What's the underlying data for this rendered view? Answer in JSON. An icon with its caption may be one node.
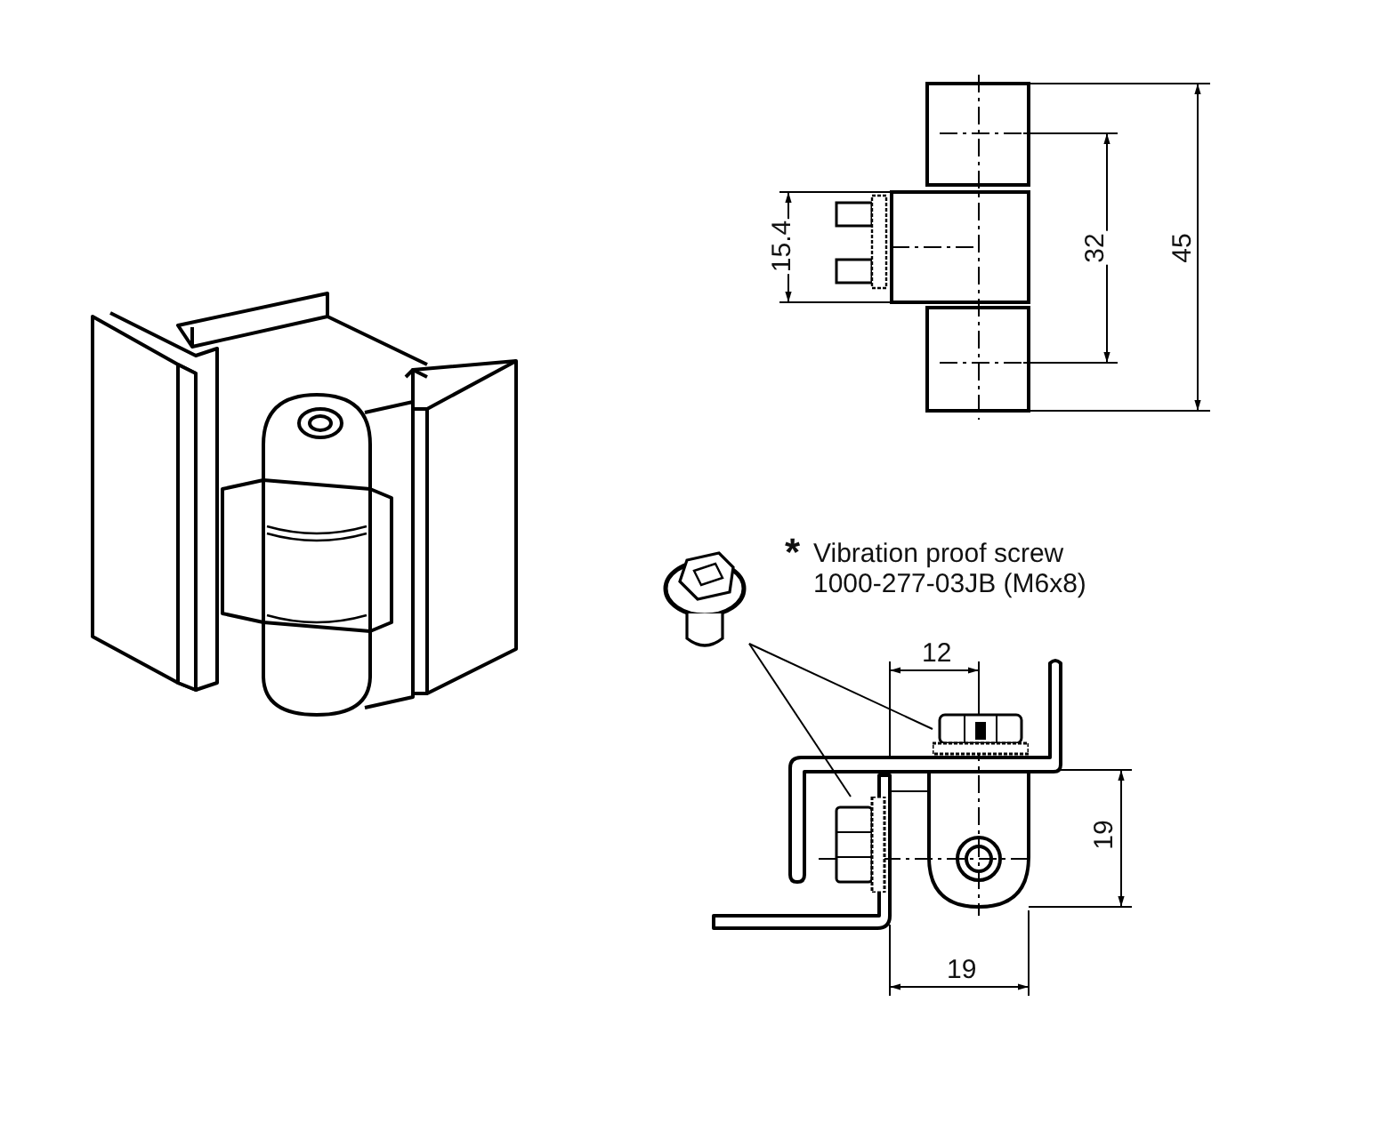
{
  "diagram": {
    "nodes": [
      {
        "text": [],
        "shape": "picture"
      },
      {
        "text": [],
        "shape": "picture"
      },
      {
        "text": [],
        "shape": "picture"
      }
    ],
    "edges": [
      {
        "from": 0,
        "to": 1,
        "arrow": "none"
      },
      {
        "from": 0,
        "to": 2,
        "arrow": "none"
      }
    ],
    "labels": [
      "15.4",
      "32",
      "45",
      "*",
      "Vibration proof screw 1000-277-03JB (M6x8)",
      "12",
      "19",
      "19"
    ]
  }
}
